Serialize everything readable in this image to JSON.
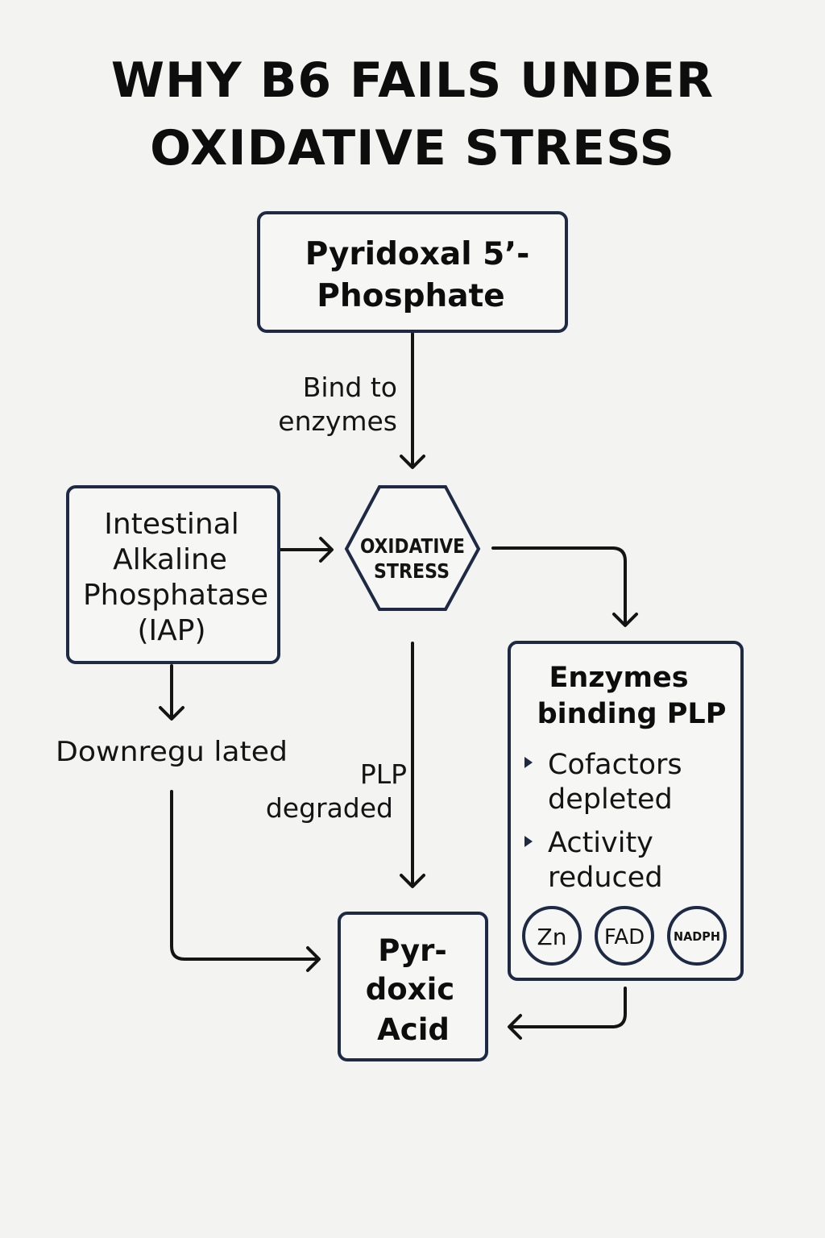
{
  "title": {
    "line1": "WHY B6 FAILS UNDER",
    "line2": "OXIDATIVE STRESS"
  },
  "nodes": {
    "plp": {
      "line1": "Pyridoxal 5’-",
      "line2": "Phosphate"
    },
    "iap": {
      "line1": "Intestinal",
      "line2": "Alkaline",
      "line3": "Phosphatase",
      "line4": "(IAP)"
    },
    "oxidative_stress": {
      "line1": "OXIDATIVE",
      "line2": "STRESS"
    },
    "enzymes": {
      "heading1": "Enzymes",
      "heading2": "binding PLP",
      "bullets": [
        {
          "line1": "Cofactors",
          "line2": "depleted"
        },
        {
          "line1": "Activity",
          "line2": "reduced"
        }
      ],
      "cofactors": [
        "Zn",
        "FAD",
        "NADPH"
      ]
    },
    "pyridoxic_acid": {
      "line1": "Pyr-",
      "line2": "doxic",
      "line3": "Acid"
    }
  },
  "edge_labels": {
    "bind": {
      "line1": "Bind to",
      "line2": "enzymes"
    },
    "downregulated": "Downregu lated",
    "degraded": {
      "line1": "PLP",
      "line2": "degraded"
    }
  },
  "colors": {
    "background": "#f3f3f2",
    "box_stroke": "#1e2a44",
    "text": "#0d0d0d"
  },
  "icons": {
    "bullet": "triangle-right-icon",
    "arrow": "arrowhead-icon"
  }
}
